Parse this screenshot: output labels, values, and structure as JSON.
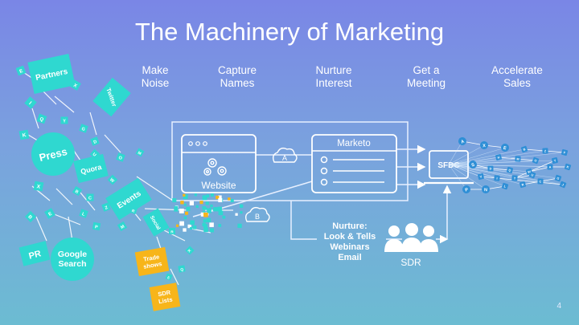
{
  "slide": {
    "title": "The Machinery of Marketing",
    "page_number": "4",
    "colors": {
      "teal": "#2fd8d0",
      "orange": "#f7b51a",
      "blue": "#2f8fd6",
      "line": "#e8f0ff"
    }
  },
  "stages": [
    {
      "label": "Make\nNoise"
    },
    {
      "label": "Capture\nNames"
    },
    {
      "label": "Nurture\nInterest"
    },
    {
      "label": "Get a\nMeeting"
    },
    {
      "label": "Accelerate\nSales"
    }
  ],
  "channels": {
    "partners": "Partners",
    "twitter": "Twitter",
    "press": "Press",
    "quora": "Quora",
    "events": "Events",
    "pr": "PR",
    "google_search": "Google\nSearch",
    "social": "Social",
    "trade_shows": "Trade\nshows",
    "sdr_lists": "SDR\nLists"
  },
  "tiles": [
    "E",
    "I",
    "Q",
    "K",
    "X",
    "Y",
    "X",
    "B",
    "E",
    "G",
    "U",
    "D",
    "B",
    "C",
    "L",
    "Z",
    "O",
    "W",
    "P",
    "M",
    "R",
    "K",
    "Q",
    "E",
    "R",
    "M"
  ],
  "website": {
    "label": "Website",
    "icon": "gears-icon"
  },
  "marketo": {
    "label": "Marketo"
  },
  "sfdc": {
    "label": "SFDC"
  },
  "connectors": {
    "a": "A",
    "b": "B"
  },
  "nurture": {
    "text": "Nurture:\nLook & Tells\nWebinars\nEmail"
  },
  "sdr": {
    "label": "SDR",
    "icon": "people-icon"
  },
  "sales_tiles": [
    "A",
    "X",
    "E",
    "B",
    "Z",
    "F",
    "S",
    "D",
    "Q",
    "W",
    "A",
    "K",
    "P",
    "N",
    "L",
    "R",
    "C",
    "G",
    "H",
    "M",
    "O",
    "Y",
    "T",
    "U",
    "V",
    "I",
    "J"
  ]
}
